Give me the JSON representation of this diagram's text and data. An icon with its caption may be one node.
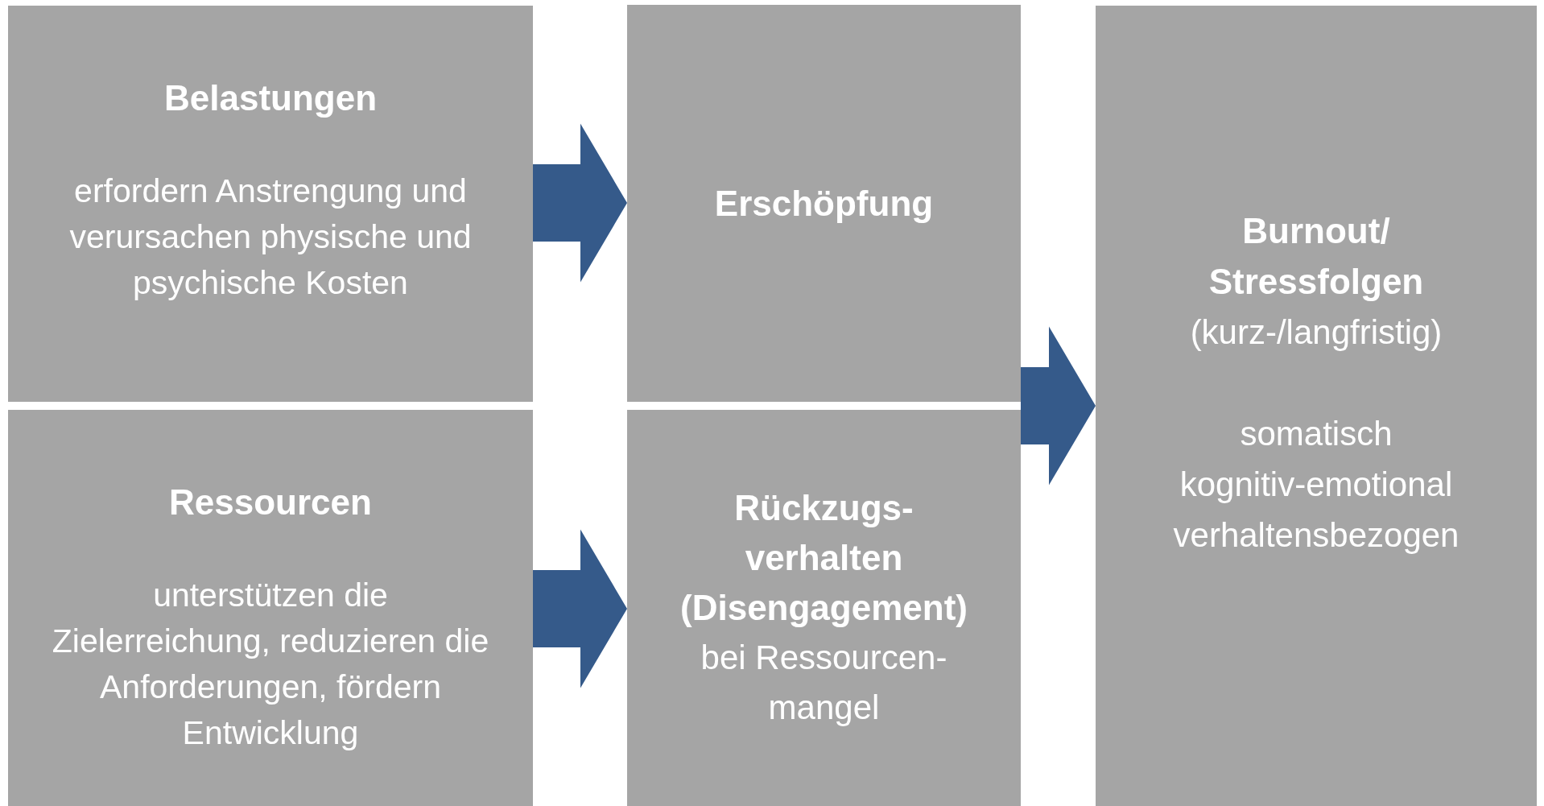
{
  "diagram": {
    "nodes": [
      {
        "text": [
          "Belastungen",
          "erfordern Anstrengung und verursachen physische und psychische Kosten"
        ]
      },
      {
        "text": [
          "Ressourcen",
          "unterstützen die Zielerreichung, reduzieren die Anforderungen, fördern Entwicklung"
        ]
      },
      {
        "text": [
          "Erschöpfung"
        ]
      },
      {
        "text": [
          "Rückzugs- verhalten (Disengagement)",
          "bei Ressourcen- mangel"
        ]
      },
      {
        "text": [
          "Burnout/ Stressfolgen",
          "(kurz-/langfristig)",
          "somatisch",
          "kognitiv-emotional",
          "verhaltensbezogen"
        ]
      }
    ],
    "edges": [
      {
        "from": 0,
        "to": 2,
        "arrow": "to"
      },
      {
        "from": 1,
        "to": 3,
        "arrow": "to"
      },
      {
        "from": 2,
        "to": 4,
        "arrow": "to"
      },
      {
        "from": 3,
        "to": 4,
        "arrow": "to"
      }
    ]
  }
}
